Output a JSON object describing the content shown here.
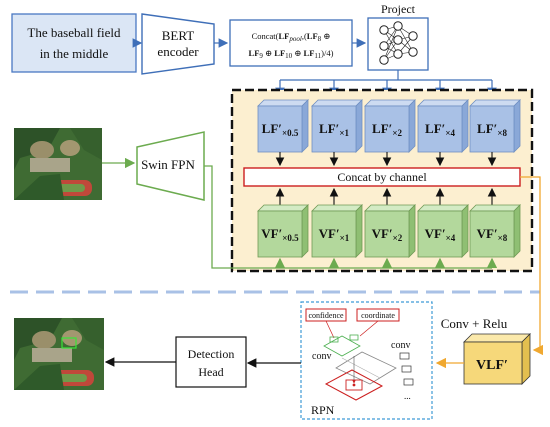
{
  "query_text_line1": "The baseball field",
  "query_text_line2": "in the middle",
  "bert_line1": "BERT",
  "bert_line2": "encoder",
  "concat_formula_line1": "Concat(LF_pool,(LF_8 ⊕",
  "concat_formula_line2": "LF_9 ⊕ LF_10 ⊕ LF_11)/4)",
  "project_label": "Project",
  "lf_cubes": [
    "LF′×0.5",
    "LF′×1",
    "LF′×2",
    "LF′×4",
    "LF′×8"
  ],
  "vf_cubes": [
    "VF′×0.5",
    "VF′×1",
    "VF′×2",
    "VF′×4",
    "VF′×8"
  ],
  "lf_main": "LF′",
  "vf_main": "VF′",
  "scale_subscripts": [
    "×0.5",
    "×1",
    "×2",
    "×4",
    "×8"
  ],
  "concat_channel_label": "Concat by channel",
  "swin_fpn_label": "Swin FPN",
  "conv_relu_label": "Conv + Relu",
  "vlf_label": "VLF′",
  "rpn": {
    "confidence_label": "confidence",
    "coordinate_label": "coordinate",
    "conv_left": "conv",
    "conv_right": "conv",
    "ellipsis": "...",
    "rpn_label": "RPN"
  },
  "detection_head_line1": "Detection",
  "detection_head_line2": "Head",
  "colors": {
    "query_box": "#dbe6f5",
    "query_border": "#4a78c2",
    "lf_cube": "#a9c1e6",
    "vf_cube": "#b3d89c",
    "fusion_bg": "#fcefd0",
    "concat_border": "#cc1f1f",
    "vlf_cube": "#f6d87a",
    "orange_line": "#f0a830",
    "green_line": "#6cab4f",
    "blue_line": "#3f6fb8",
    "separator": "#a9c1e6"
  }
}
